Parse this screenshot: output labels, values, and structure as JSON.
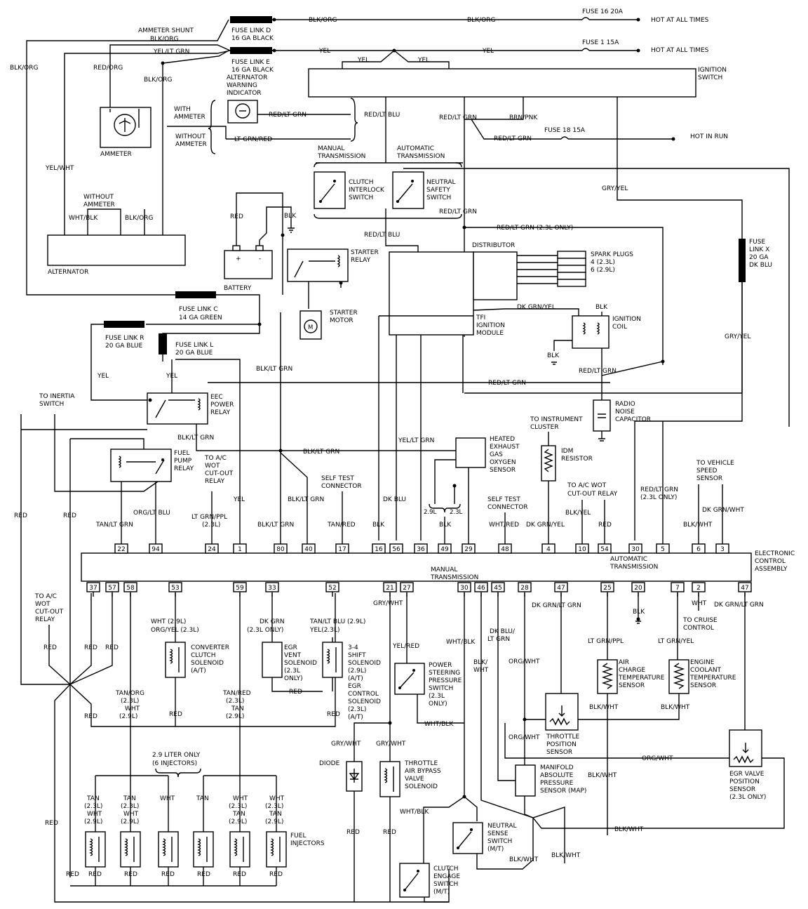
{
  "wires": {
    "blk_org": "BLK/ORG",
    "yel": "YEL",
    "yel_lt_grn": "YEL/LT GRN",
    "red_org": "RED/ORG",
    "yel_wht": "YEL/WHT",
    "wht_blk": "WHT/BLK",
    "red_lt_grn": "RED/LT GRN",
    "lt_grn_red": "LT GRN/RED",
    "red_lt_blu": "RED/LT BLU",
    "brn_pnk": "BRN/PNK",
    "gry_yel": "GRY/YEL",
    "red": "RED",
    "blk": "BLK",
    "red_lt_grn_23": "RED/LT GRN (2.3L ONLY)",
    "dk_grn_yel": "DK GRN/YEL",
    "blk_lt_grn": "BLK/LT GRN",
    "yel_lt_grn_b": "YEL/LT GRN",
    "dk_blu": "DK BLU",
    "tan_lt_grn": "TAN/LT GRN",
    "org_lt_blu": "ORG/LT BLU",
    "lt_grn_ppl": "LT GRN/PPL",
    "l23": "(2.3L)",
    "tan_red": "TAN/RED",
    "l29": "2.9L",
    "l23b": "2.3L",
    "wht_red": "WHT/RED",
    "blk_yel": "BLK/YEL",
    "red_lt_grn_23b": "RED/LT GRN",
    "only23": "(2.3L ONLY)",
    "dk_grn_wht": "DK GRN/WHT",
    "blk_wht": "BLK/WHT",
    "gry_wht": "GRY/WHT",
    "wht_blk2": "WHT/BLK",
    "blk_wht2": "BLK/",
    "wht2": "WHT",
    "dk_blu_lt": "DK BLU/",
    "lt_grn": "LT GRN",
    "org_wht": "ORG/WHT",
    "dk_grn_lt_grn": "DK GRN/LT GRN",
    "lt_grn_yel": "LT GRN/YEL",
    "wht": "WHT",
    "wht29": "WHT (2.9L)",
    "org_yel23": "ORG/YEL (2.3L)",
    "dk_grn": "DK GRN",
    "only23b": "(2.3L ONLY)",
    "tan_lt_blu29": "TAN/LT BLU (2.9L)",
    "yel23": "YEL(2.3L)",
    "yel_red": "YEL/RED",
    "tan_org": "TAN/ORG",
    "tan": "TAN",
    "paren29": "(2.9L)",
    "paren23": "(2.3L)"
  },
  "labels": {
    "fuse16": "FUSE 16 20A",
    "fuse1": "FUSE 1 15A",
    "fuse18": "FUSE 18 15A",
    "hot_all1": "HOT AT ALL TIMES",
    "hot_all2": "HOT AT ALL TIMES",
    "hot_run": "HOT IN RUN",
    "fld_1": "FUSE LINK D",
    "fld_2": "16 GA BLACK",
    "fle_1": "FUSE LINK E",
    "fle_2": "16 GA BLACK",
    "shunt": "AMMETER SHUNT",
    "awi_1": "ALTERNATOR",
    "awi_2": "WARNING",
    "awi_3": "INDICATOR",
    "ign_1": "IGNITION",
    "ign_2": "SWITCH",
    "with_1": "WITH",
    "with_2": "AMMETER",
    "without_1": "WITHOUT",
    "without_2": "AMMETER",
    "ammeter": "AMMETER",
    "manual_1": "MANUAL",
    "manual_2": "TRANSMISSION",
    "auto_1": "AUTOMATIC",
    "auto_2": "TRANSMISSION",
    "clutch_1": "CLUTCH",
    "clutch_2": "INTERLOCK",
    "clutch_3": "SWITCH",
    "neutral_1": "NEUTRAL",
    "neutral_2": "SAFETY",
    "neutral_3": "SWITCH",
    "alt_without_1": "WITHOUT",
    "alt_without_2": "AMMETER",
    "alternator": "ALTERNATOR",
    "battery": "BATTERY",
    "starter_relay_1": "STARTER",
    "starter_relay_2": "RELAY",
    "starter_motor_1": "STARTER",
    "starter_motor_2": "MOTOR",
    "distributor": "DISTRIBUTOR",
    "spark_1": "SPARK PLUGS",
    "spark_2": "4 (2.3L)",
    "spark_3": "6 (2.9L)",
    "fuse_x_1": "FUSE",
    "fuse_x_2": "LINK X",
    "fuse_x_3": "20 GA",
    "fuse_x_4": "DK BLU",
    "tfi_1": "TFI",
    "tfi_2": "IGNITION",
    "tfi_3": "MODULE",
    "coil_1": "IGNITION",
    "coil_2": "COIL",
    "flc_1": "FUSE LINK C",
    "flc_2": "14 GA GREEN",
    "flr_1": "FUSE LINK R",
    "flr_2": "20 GA BLUE",
    "fll_1": "FUSE LINK L",
    "fll_2": "20 GA BLUE",
    "inertia_1": "TO INERTIA",
    "inertia_2": "SWITCH",
    "eec_1": "EEC",
    "eec_2": "POWER",
    "eec_3": "RELAY",
    "radio_1": "RADIO",
    "radio_2": "NOISE",
    "radio_3": "CAPACITOR",
    "fpump_1": "FUEL",
    "fpump_2": "PUMP",
    "fpump_3": "RELAY",
    "ac_wot_1": "TO A/C",
    "ac_wot_2": "WOT",
    "ac_wot_3": "CUT-OUT",
    "ac_wot_4": "RELAY",
    "hego_1": "HEATED",
    "hego_2": "EXHAUST",
    "hego_3": "GAS",
    "hego_4": "OXYGEN",
    "hego_5": "SENSOR",
    "instr_1": "TO INSTRUMENT",
    "instr_2": "CLUSTER",
    "idm_1": "IDM",
    "idm_2": "RESISTOR",
    "vss_1": "TO VEHICLE",
    "vss_2": "SPEED",
    "vss_3": "SENSOR",
    "selftest_1": "SELF TEST",
    "selftest_2": "CONNECTOR",
    "selftest2_1": "SELF TEST",
    "selftest2_2": "CONNECTOR",
    "acwot2_1": "TO A/C WOT",
    "acwot2_2": "CUT-OUT RELAY",
    "eca_1": "ELECTRONIC",
    "eca_2": "CONTROL",
    "eca_3": "ASSEMBLY",
    "auto_trans_1": "AUTOMATIC",
    "auto_trans_2": "TRANSMISSION",
    "man_trans_1": "MANUAL",
    "man_trans_2": "TRANSMISSION",
    "acwot3_1": "TO A/C",
    "acwot3_2": "WOT",
    "acwot3_3": "CUT-OUT",
    "acwot3_4": "RELAY",
    "conv_1": "CONVERTER",
    "conv_2": "CLUTCH",
    "conv_3": "SOLENOID",
    "conv_4": "(A/T)",
    "egrv_1": "EGR",
    "egrv_2": "VENT",
    "egrv_3": "SOLENOID",
    "egrv_4": "(2.3L",
    "egrv_5": "ONLY)",
    "shift_1": "3-4",
    "shift_2": "SHIFT",
    "shift_3": "SOLENOID",
    "shift_4": "(2.9L)",
    "shift_5": "(A/T)",
    "shift_6": "EGR",
    "shift_7": "CONTROL",
    "shift_8": "SOLENOID",
    "shift_9": "(2.3L)",
    "shift_10": "(A/T)",
    "ps_1": "POWER",
    "ps_2": "STEERING",
    "ps_3": "PRESSURE",
    "ps_4": "SWITCH",
    "ps_5": "(2.3L",
    "ps_6": "ONLY)",
    "cruise_1": "TO CRUISE",
    "cruise_2": "CONTROL",
    "act_1": "AIR",
    "act_2": "CHARGE",
    "act_3": "TEMPERATURE",
    "act_4": "SENSOR",
    "ect_1": "ENGINE",
    "ect_2": "COOLANT",
    "ect_3": "TEMPERATURE",
    "ect_4": "SENSOR",
    "tps_1": "THROTTLE",
    "tps_2": "POSITION",
    "tps_3": "SENSOR",
    "map_1": "MANIFOLD",
    "map_2": "ABSOLUTE",
    "map_3": "PRESSURE",
    "map_4": "SENSOR (MAP)",
    "egrp_1": "EGR VALVE",
    "egrp_2": "POSITION",
    "egrp_3": "SENSOR",
    "egrp_4": "(2.3L ONLY)",
    "inj29_1": "2.9 LITER ONLY",
    "inj29_2": "(6 INJECTORS)",
    "diode": "DIODE",
    "tab_1": "THROTTLE",
    "tab_2": "AIR BYPASS",
    "tab_3": "VALVE",
    "tab_4": "SOLENOID",
    "inj_1": "FUEL",
    "inj_2": "INJECTORS",
    "nss_1": "NEUTRAL",
    "nss_2": "SENSE",
    "nss_3": "SWITCH",
    "nss_4": "(M/T)",
    "ces_1": "CLUTCH",
    "ces_2": "ENGAGE",
    "ces_3": "SWITCH",
    "ces_4": "(M/T)"
  },
  "pins_top": [
    "22",
    "94",
    "24",
    "1",
    "80",
    "40",
    "17",
    "16",
    "56",
    "36",
    "49",
    "29",
    "48",
    "4",
    "10",
    "54",
    "30",
    "5",
    "6",
    "3"
  ],
  "pins_bottom": [
    "37",
    "57",
    "58",
    "53",
    "59",
    "33",
    "52",
    "21",
    "27",
    "30",
    "46",
    "45",
    "28",
    "47",
    "25",
    "20",
    "7",
    "2",
    "47"
  ]
}
